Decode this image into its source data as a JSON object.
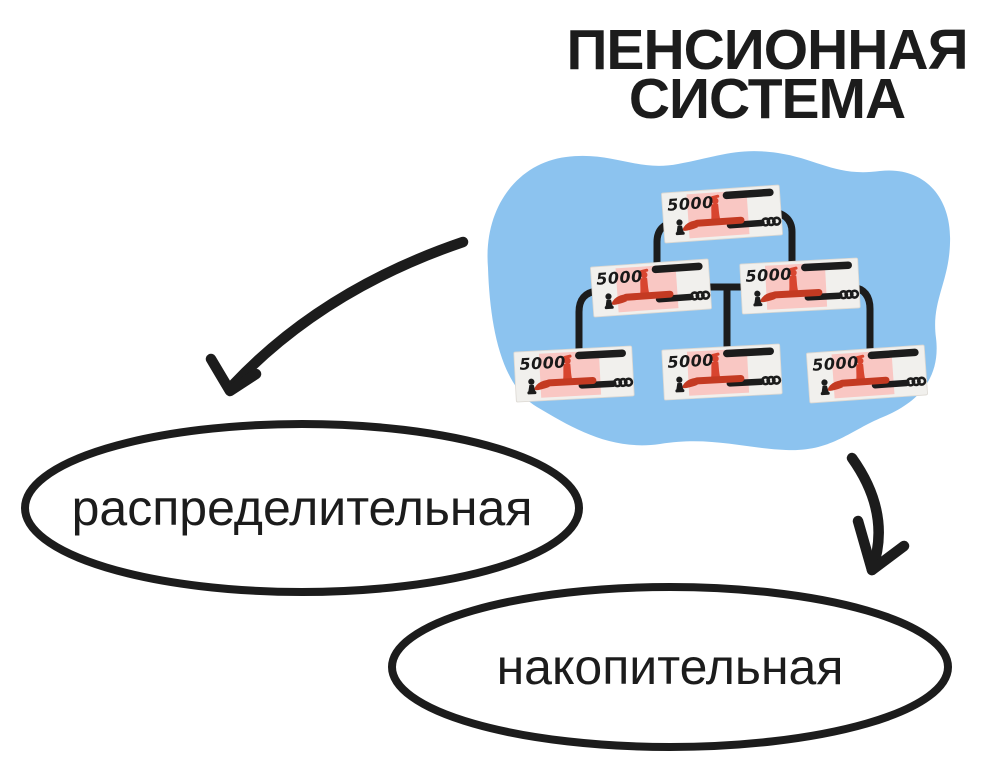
{
  "title": {
    "line1": "ПЕНСИОННАЯ",
    "line2": "СИСТЕМА"
  },
  "branches": {
    "left_label": "распределительная",
    "right_label": "накопительная"
  },
  "banknote": {
    "value": "5000"
  },
  "colors": {
    "page_background": "#FFFFFF",
    "blob_blue": "#8CC3EF",
    "ink_black": "#1C1C1C",
    "note_background": "#F1F0ED",
    "note_pink": "#F9C7C3",
    "note_red": "#D8452F",
    "note_red_dark": "#C43A22"
  }
}
